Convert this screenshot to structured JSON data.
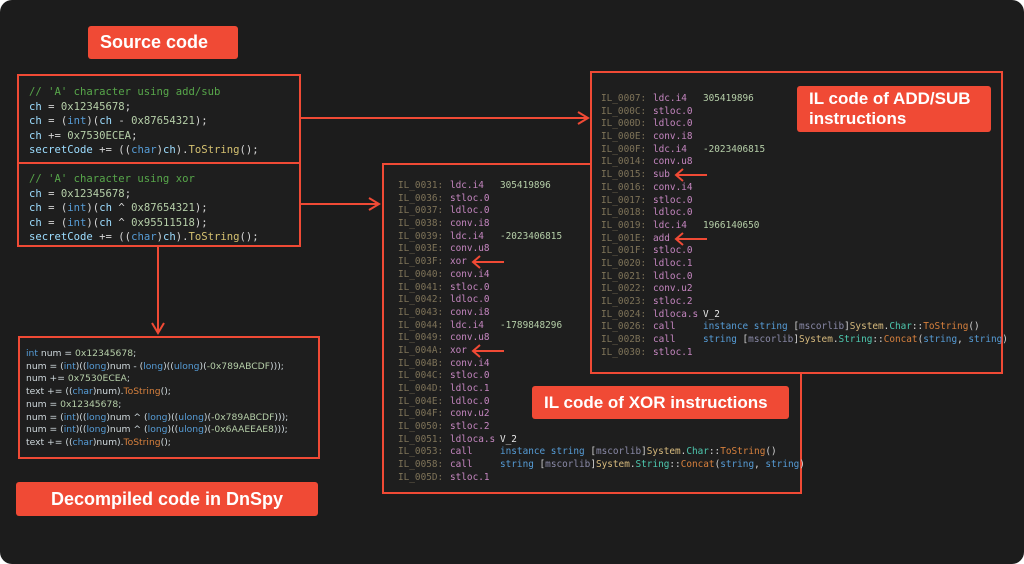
{
  "labels": {
    "source": "Source code",
    "decompiled": "Decompiled code in DnSpy",
    "il_addsub": "IL code of ADD/SUB instructions",
    "il_xor": "IL code of XOR instructions"
  },
  "colors": {
    "accent": "#f04a35",
    "background": "#1c1c1c",
    "code_bg": "#1e1e1e"
  },
  "source_addsub": [
    [
      [
        "// 'A' character using add/sub",
        "cmt"
      ]
    ],
    [
      [
        "ch",
        "id"
      ],
      [
        " = ",
        "plain"
      ],
      [
        "0x12345678",
        "num"
      ],
      [
        ";",
        "plain"
      ]
    ],
    [
      [
        "ch",
        "id"
      ],
      [
        " = (",
        "plain"
      ],
      [
        "int",
        "kw"
      ],
      [
        ")(",
        "plain"
      ],
      [
        "ch",
        "id"
      ],
      [
        " - ",
        "plain"
      ],
      [
        "0x87654321",
        "num"
      ],
      [
        ");",
        "plain"
      ]
    ],
    [
      [
        "ch",
        "id"
      ],
      [
        " += ",
        "plain"
      ],
      [
        "0x7530ECEA",
        "num"
      ],
      [
        ";",
        "plain"
      ]
    ],
    [
      [
        "secretCode",
        "id"
      ],
      [
        " += ((",
        "plain"
      ],
      [
        "char",
        "kw"
      ],
      [
        ")",
        "plain"
      ],
      [
        "ch",
        "id"
      ],
      [
        ").",
        "plain"
      ],
      [
        "ToString",
        "str"
      ],
      [
        "();",
        "plain"
      ]
    ]
  ],
  "source_xor": [
    [
      [
        "// 'A' character using xor",
        "cmt"
      ]
    ],
    [
      [
        "ch",
        "id"
      ],
      [
        " = ",
        "plain"
      ],
      [
        "0x12345678",
        "num"
      ],
      [
        ";",
        "plain"
      ]
    ],
    [
      [
        "ch",
        "id"
      ],
      [
        " = (",
        "plain"
      ],
      [
        "int",
        "kw"
      ],
      [
        ")(",
        "plain"
      ],
      [
        "ch",
        "id"
      ],
      [
        " ^ ",
        "plain"
      ],
      [
        "0x87654321",
        "num"
      ],
      [
        ");",
        "plain"
      ]
    ],
    [
      [
        "ch",
        "id"
      ],
      [
        " = (",
        "plain"
      ],
      [
        "int",
        "kw"
      ],
      [
        ")(",
        "plain"
      ],
      [
        "ch",
        "id"
      ],
      [
        " ^ ",
        "plain"
      ],
      [
        "0x95511518",
        "num"
      ],
      [
        ");",
        "plain"
      ]
    ],
    [
      [
        "secretCode",
        "id"
      ],
      [
        " += ((",
        "plain"
      ],
      [
        "char",
        "kw"
      ],
      [
        ")",
        "plain"
      ],
      [
        "ch",
        "id"
      ],
      [
        ").",
        "plain"
      ],
      [
        "ToString",
        "str"
      ],
      [
        "();",
        "plain"
      ]
    ]
  ],
  "decompiled": [
    [
      [
        "int",
        "kw"
      ],
      [
        " num = ",
        "id"
      ],
      [
        "0x12345678",
        "num"
      ],
      [
        ";",
        "id"
      ]
    ],
    [
      [
        "num = (",
        "id"
      ],
      [
        "int",
        "kw"
      ],
      [
        ")((",
        "id"
      ],
      [
        "long",
        "kw"
      ],
      [
        ")num - (",
        "id"
      ],
      [
        "long",
        "kw"
      ],
      [
        ")((",
        "id"
      ],
      [
        "ulong",
        "kw"
      ],
      [
        ")(",
        "id"
      ],
      [
        "-0x789ABCDF",
        "num"
      ],
      [
        ")));",
        "id"
      ]
    ],
    [
      [
        "num += ",
        "id"
      ],
      [
        "0x7530ECEA",
        "num"
      ],
      [
        ";",
        "id"
      ]
    ],
    [
      [
        "text += ((",
        "id"
      ],
      [
        "char",
        "kw"
      ],
      [
        ")num).",
        "id"
      ],
      [
        "ToString",
        "method"
      ],
      [
        "();",
        "id"
      ]
    ],
    [
      [
        "num = ",
        "id"
      ],
      [
        "0x12345678",
        "num"
      ],
      [
        ";",
        "id"
      ]
    ],
    [
      [
        "num = (",
        "id"
      ],
      [
        "int",
        "kw"
      ],
      [
        ")((",
        "id"
      ],
      [
        "long",
        "kw"
      ],
      [
        ")num ^ (",
        "id"
      ],
      [
        "long",
        "kw"
      ],
      [
        ")((",
        "id"
      ],
      [
        "ulong",
        "kw"
      ],
      [
        ")(",
        "id"
      ],
      [
        "-0x789ABCDF",
        "num"
      ],
      [
        ")));",
        "id"
      ]
    ],
    [
      [
        "num = (",
        "id"
      ],
      [
        "int",
        "kw"
      ],
      [
        ")((",
        "id"
      ],
      [
        "long",
        "kw"
      ],
      [
        ")num ^ (",
        "id"
      ],
      [
        "long",
        "kw"
      ],
      [
        ")((",
        "id"
      ],
      [
        "ulong",
        "kw"
      ],
      [
        ")(",
        "id"
      ],
      [
        "-0x6AAEEAE8",
        "num"
      ],
      [
        ")));",
        "id"
      ]
    ],
    [
      [
        "text += ((",
        "id"
      ],
      [
        "char",
        "kw"
      ],
      [
        ")num).",
        "id"
      ],
      [
        "ToString",
        "method"
      ],
      [
        "();",
        "id"
      ]
    ]
  ],
  "il_addsub": [
    {
      "addr": "IL_0007:",
      "op": "ldc.i4",
      "arg": [
        [
          "305419896",
          "num"
        ]
      ]
    },
    {
      "addr": "IL_000C:",
      "op": "stloc.0"
    },
    {
      "addr": "IL_000D:",
      "op": "ldloc.0"
    },
    {
      "addr": "IL_000E:",
      "op": "conv.i8"
    },
    {
      "addr": "IL_000F:",
      "op": "ldc.i4",
      "arg": [
        [
          "-2023406815",
          "num"
        ]
      ]
    },
    {
      "addr": "IL_0014:",
      "op": "conv.u8"
    },
    {
      "addr": "IL_0015:",
      "op": "sub",
      "arrow": true
    },
    {
      "addr": "IL_0016:",
      "op": "conv.i4"
    },
    {
      "addr": "IL_0017:",
      "op": "stloc.0"
    },
    {
      "addr": "IL_0018:",
      "op": "ldloc.0"
    },
    {
      "addr": "IL_0019:",
      "op": "ldc.i4",
      "arg": [
        [
          "1966140650",
          "num"
        ]
      ]
    },
    {
      "addr": "IL_001E:",
      "op": "add",
      "arrow": true
    },
    {
      "addr": "IL_001F:",
      "op": "stloc.0"
    },
    {
      "addr": "IL_0020:",
      "op": "ldloc.1"
    },
    {
      "addr": "IL_0021:",
      "op": "ldloc.0"
    },
    {
      "addr": "IL_0022:",
      "op": "conv.u2"
    },
    {
      "addr": "IL_0023:",
      "op": "stloc.2"
    },
    {
      "addr": "IL_0024:",
      "op": "ldloca.s",
      "arg": [
        [
          "V_2",
          "white"
        ]
      ]
    },
    {
      "addr": "IL_0026:",
      "op": "call",
      "arg": [
        [
          "instance string ",
          "kw"
        ],
        [
          "[",
          "plain"
        ],
        [
          "mscorlib",
          "gray"
        ],
        [
          "]",
          "plain"
        ],
        [
          "System",
          "cls"
        ],
        [
          ".",
          "plain"
        ],
        [
          "Char",
          "grn"
        ],
        [
          "::",
          "plain"
        ],
        [
          "ToString",
          "method"
        ],
        [
          "()",
          "plain"
        ]
      ]
    },
    {
      "addr": "IL_002B:",
      "op": "call",
      "arg": [
        [
          "string ",
          "kw"
        ],
        [
          "[",
          "plain"
        ],
        [
          "mscorlib",
          "gray"
        ],
        [
          "]",
          "plain"
        ],
        [
          "System",
          "cls"
        ],
        [
          ".",
          "plain"
        ],
        [
          "String",
          "grn"
        ],
        [
          "::",
          "plain"
        ],
        [
          "Concat",
          "method"
        ],
        [
          "(",
          "plain"
        ],
        [
          "string",
          "kw"
        ],
        [
          ", ",
          "plain"
        ],
        [
          "string",
          "kw"
        ],
        [
          ")",
          "plain"
        ]
      ]
    },
    {
      "addr": "IL_0030:",
      "op": "stloc.1"
    }
  ],
  "il_xor": [
    {
      "addr": "IL_0031:",
      "op": "ldc.i4",
      "arg": [
        [
          "305419896",
          "num"
        ]
      ]
    },
    {
      "addr": "IL_0036:",
      "op": "stloc.0"
    },
    {
      "addr": "IL_0037:",
      "op": "ldloc.0"
    },
    {
      "addr": "IL_0038:",
      "op": "conv.i8"
    },
    {
      "addr": "IL_0039:",
      "op": "ldc.i4",
      "arg": [
        [
          "-2023406815",
          "num"
        ]
      ]
    },
    {
      "addr": "IL_003E:",
      "op": "conv.u8"
    },
    {
      "addr": "IL_003F:",
      "op": "xor",
      "arrow": true
    },
    {
      "addr": "IL_0040:",
      "op": "conv.i4"
    },
    {
      "addr": "IL_0041:",
      "op": "stloc.0"
    },
    {
      "addr": "IL_0042:",
      "op": "ldloc.0"
    },
    {
      "addr": "IL_0043:",
      "op": "conv.i8"
    },
    {
      "addr": "IL_0044:",
      "op": "ldc.i4",
      "arg": [
        [
          "-1789848296",
          "num"
        ]
      ]
    },
    {
      "addr": "IL_0049:",
      "op": "conv.u8"
    },
    {
      "addr": "IL_004A:",
      "op": "xor",
      "arrow": true
    },
    {
      "addr": "IL_004B:",
      "op": "conv.i4"
    },
    {
      "addr": "IL_004C:",
      "op": "stloc.0"
    },
    {
      "addr": "IL_004D:",
      "op": "ldloc.1"
    },
    {
      "addr": "IL_004E:",
      "op": "ldloc.0"
    },
    {
      "addr": "IL_004F:",
      "op": "conv.u2"
    },
    {
      "addr": "IL_0050:",
      "op": "stloc.2"
    },
    {
      "addr": "IL_0051:",
      "op": "ldloca.s",
      "arg": [
        [
          "V_2",
          "white"
        ]
      ]
    },
    {
      "addr": "IL_0053:",
      "op": "call",
      "arg": [
        [
          "instance string ",
          "kw"
        ],
        [
          "[",
          "plain"
        ],
        [
          "mscorlib",
          "gray"
        ],
        [
          "]",
          "plain"
        ],
        [
          "System",
          "cls"
        ],
        [
          ".",
          "plain"
        ],
        [
          "Char",
          "grn"
        ],
        [
          "::",
          "plain"
        ],
        [
          "ToString",
          "method"
        ],
        [
          "()",
          "plain"
        ]
      ]
    },
    {
      "addr": "IL_0058:",
      "op": "call",
      "arg": [
        [
          "string ",
          "kw"
        ],
        [
          "[",
          "plain"
        ],
        [
          "mscorlib",
          "gray"
        ],
        [
          "]",
          "plain"
        ],
        [
          "System",
          "cls"
        ],
        [
          ".",
          "plain"
        ],
        [
          "String",
          "grn"
        ],
        [
          "::",
          "plain"
        ],
        [
          "Concat",
          "method"
        ],
        [
          "(",
          "plain"
        ],
        [
          "string",
          "kw"
        ],
        [
          ", ",
          "plain"
        ],
        [
          "string",
          "kw"
        ],
        [
          ")",
          "plain"
        ]
      ]
    },
    {
      "addr": "IL_005D:",
      "op": "stloc.1"
    }
  ]
}
